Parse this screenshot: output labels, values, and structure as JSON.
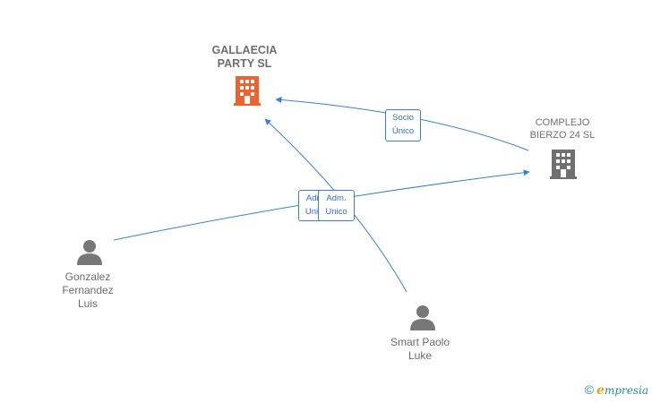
{
  "colors": {
    "edge": "#3a7fd5",
    "company_main": "#f0622d",
    "company_other": "#707070",
    "person": "#777777"
  },
  "nodes": {
    "gallaecia": {
      "name_line1": "GALLAECIA",
      "name_line2": "PARTY  SL",
      "icon": "building-icon"
    },
    "complejo": {
      "name_line1": "COMPLEJO",
      "name_line2": "BIERZO 24  SL",
      "icon": "building-icon"
    },
    "gonzalez": {
      "name_line1": "Gonzalez",
      "name_line2": "Fernandez",
      "name_line3": "Luis",
      "icon": "person-icon"
    },
    "smart": {
      "name_line1": "Smart Paolo",
      "name_line2": "Luke",
      "icon": "person-icon"
    }
  },
  "edges": {
    "socio_unico": {
      "line1": "Socio",
      "line2": "Único"
    },
    "adm_unico_back": {
      "line1": "Adm.",
      "line2": "Unico"
    },
    "adm_unico_front": {
      "line1": "Adm.",
      "line2": "Unico"
    }
  },
  "brand": {
    "copyright": "©",
    "e": "e",
    "rest": "mpresia"
  }
}
